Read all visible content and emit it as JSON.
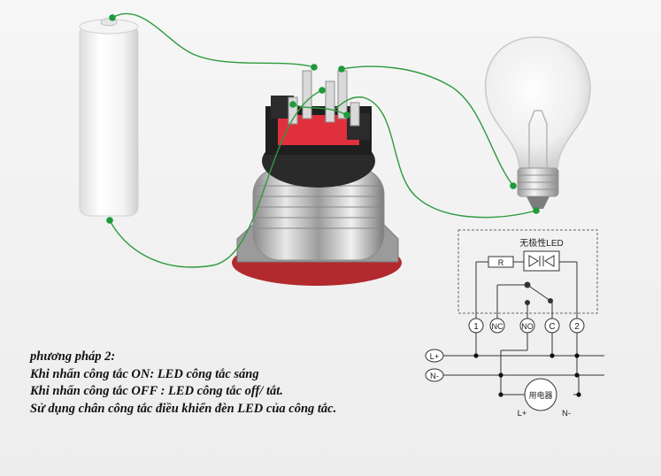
{
  "schematic": {
    "led_label": "无极性LED",
    "resistor_label": "R",
    "terminals": [
      "1",
      "NC",
      "NO",
      "C",
      "2"
    ],
    "rail_positive": "L+",
    "rail_negative": "N-",
    "load_label": "用电器",
    "load_positive": "L+",
    "load_negative": "N-"
  },
  "caption": {
    "heading": "phương pháp 2:",
    "line_on": "Khi nhấn công tắc ON: LED công tắc sáng",
    "line_off": "Khi nhấn công tắc OFF : LED công tắc off/ tắt.",
    "line_usage": "Sử dụng chân công tắc điều khiển đèn LED của công tắc."
  },
  "colors": {
    "wire": "#2e9a3e",
    "node": "#1e9a3a",
    "switch_red": "#e0303e"
  }
}
